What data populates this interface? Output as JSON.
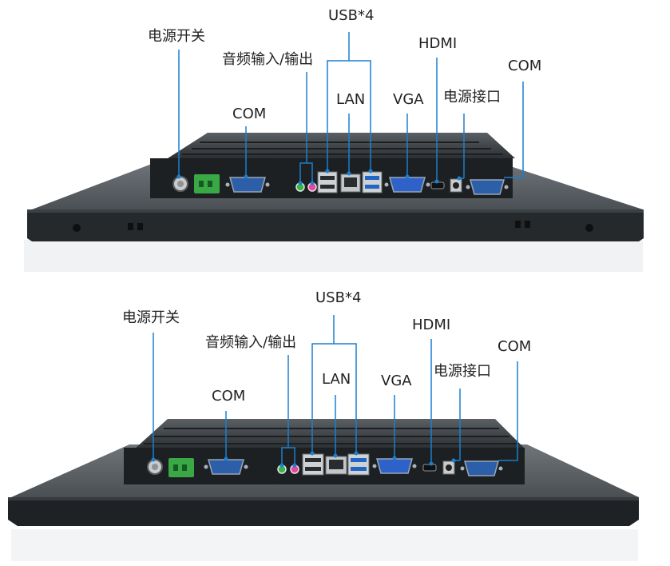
{
  "labels": {
    "power_switch": "电源开关",
    "audio_io": "音频输入/输出",
    "usb": "USB*4",
    "lan": "LAN",
    "vga": "VGA",
    "hdmi": "HDMI",
    "power_port": "电源接口",
    "com_left": "COM",
    "com_right": "COM"
  },
  "colors": {
    "leader_line": "#1a7fd0",
    "panel_bezel": "#5c6166",
    "panel_dark": "#222629",
    "port_strip": "#1c1f22",
    "terminal_block": "#3aa845",
    "db9_port": "#2d5fa8",
    "vga_port": "#2f62c8",
    "usb3_port": "#2166c4",
    "audio_green": "#3ab54a",
    "audio_pink": "#e3489a"
  }
}
